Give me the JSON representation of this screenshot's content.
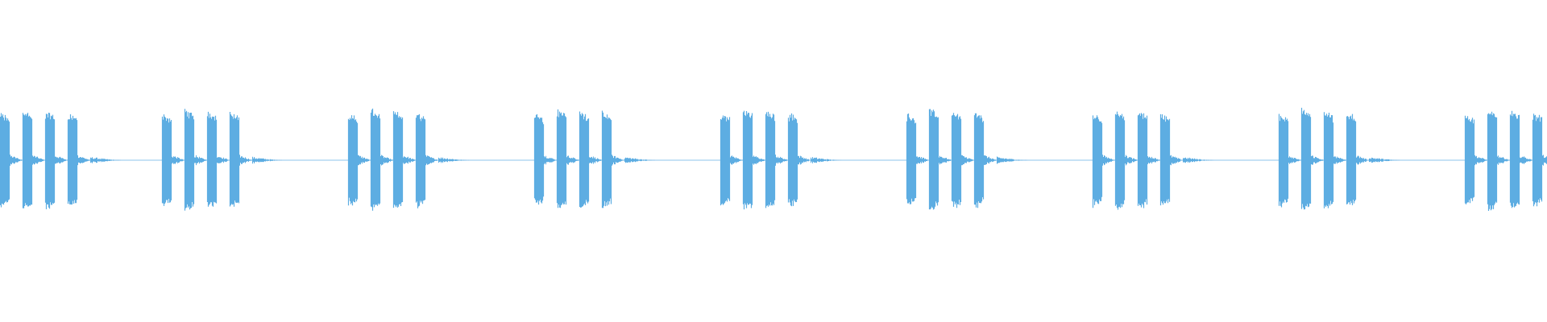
{
  "waveform": {
    "color": "#5dade2",
    "background": "#ffffff",
    "bursts_per_group": 4,
    "group_count": 9,
    "burst_peak_levels": [
      0.55,
      0.6,
      0.58,
      0.56
    ],
    "ringing_level": 0.05,
    "tail_level": 0.03,
    "baseline_level": 0.004
  }
}
